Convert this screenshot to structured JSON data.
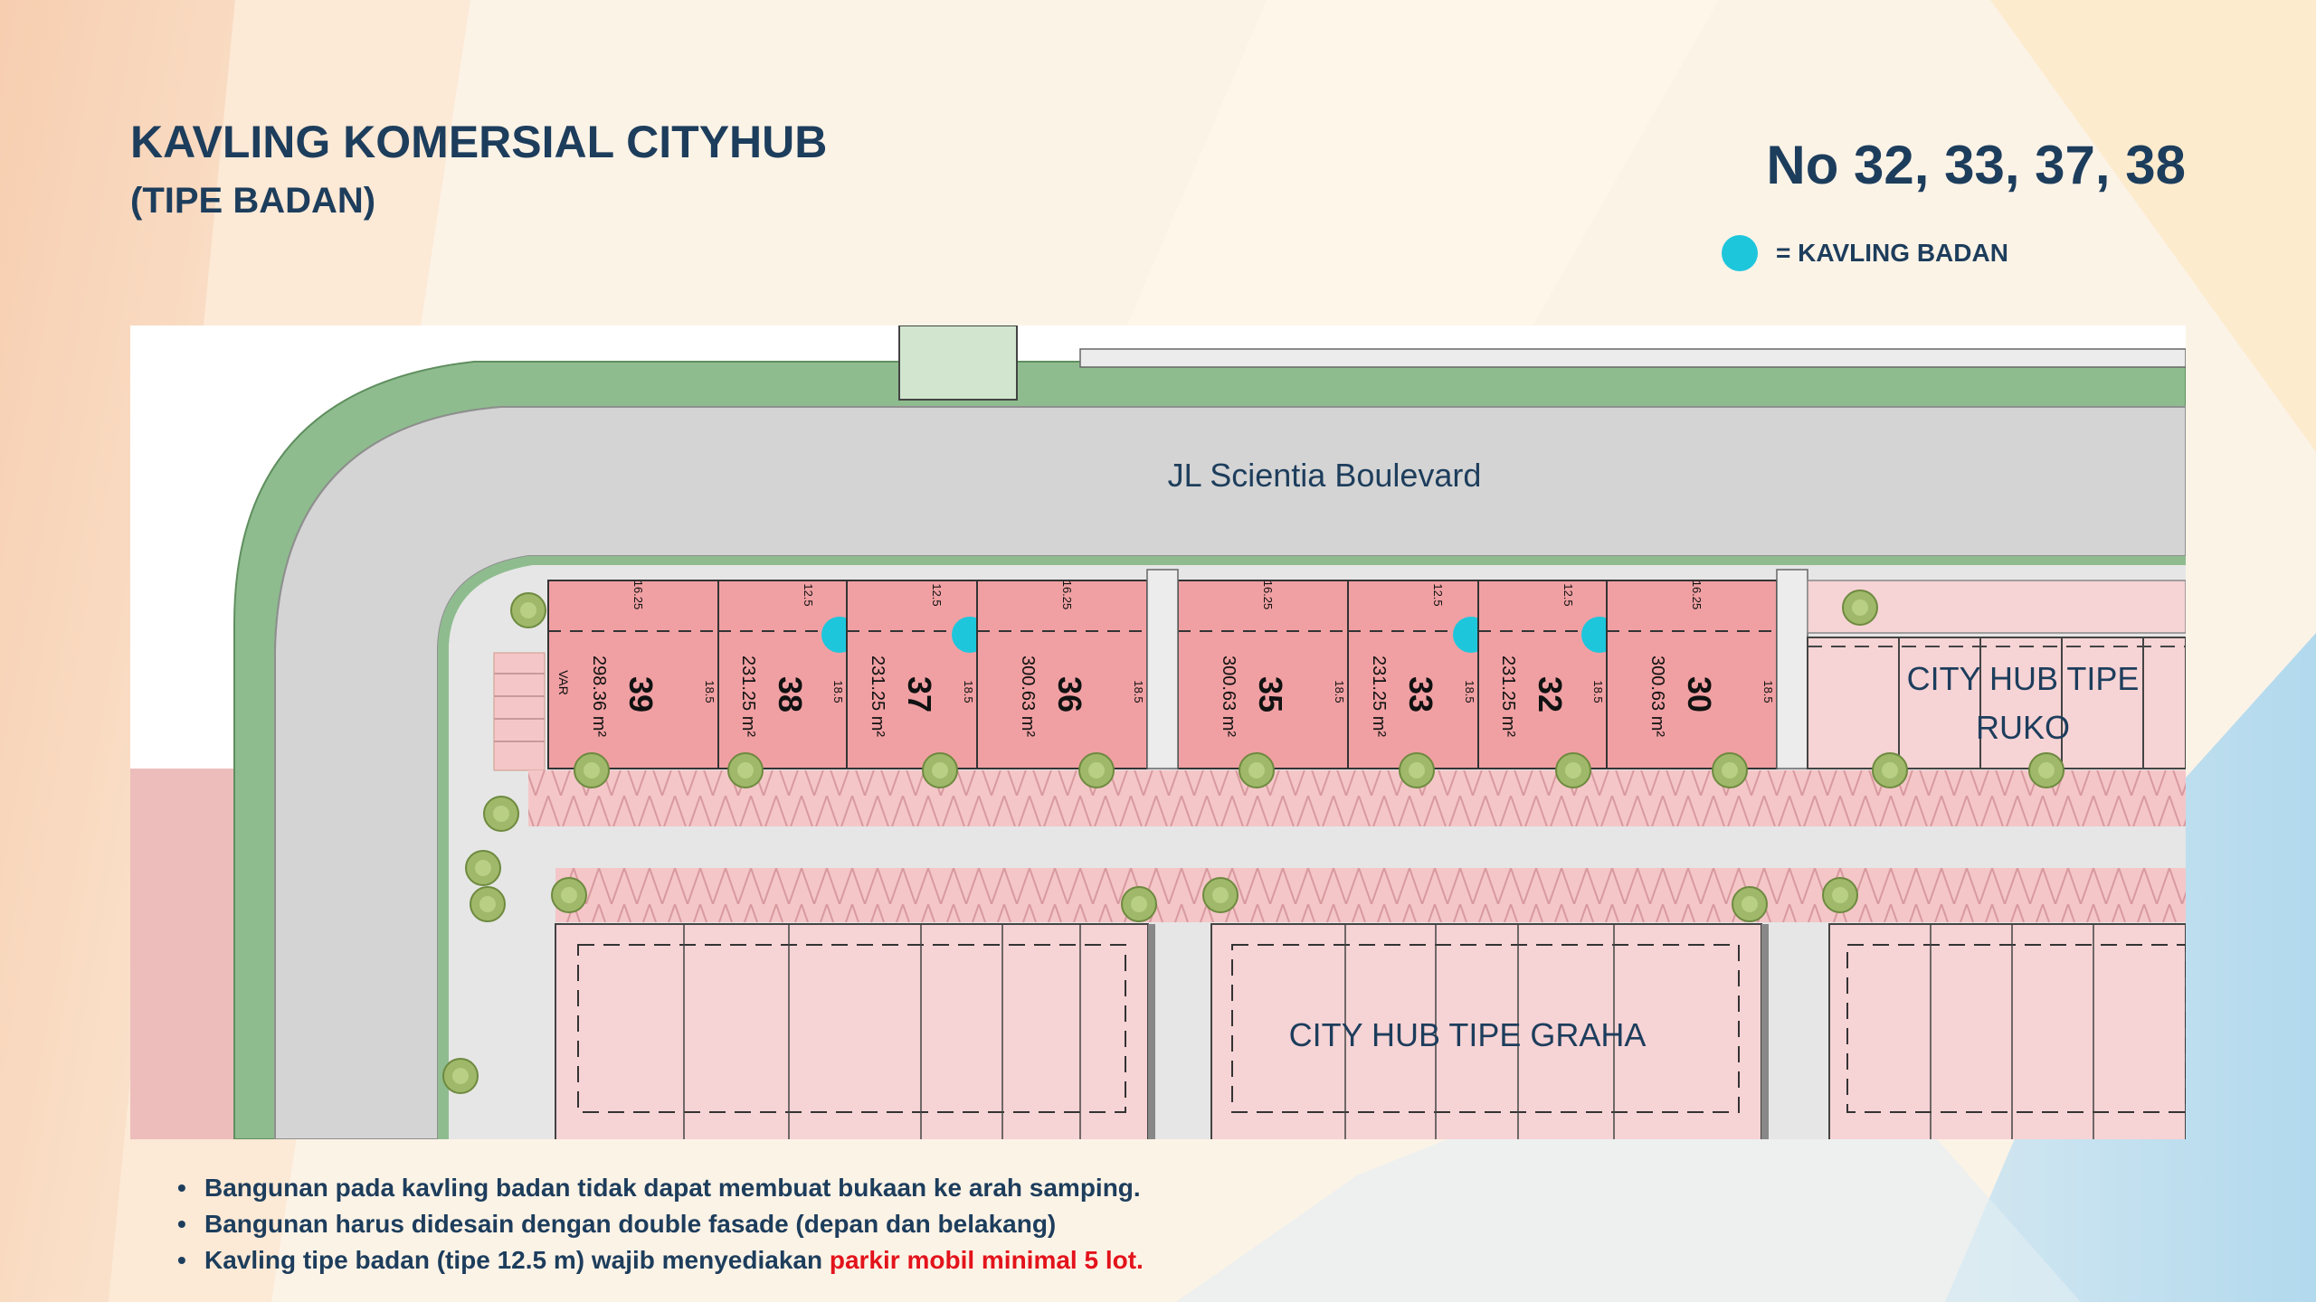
{
  "header": {
    "title": "KAVLING KOMERSIAL CITYHUB",
    "subtitle": "(TIPE BADAN)",
    "lot_numbers": "No 32, 33, 37, 38"
  },
  "legend": {
    "label": "= KAVLING BADAN",
    "color": "#1ec6dc"
  },
  "map": {
    "road_label": "JL Scientia Boulevard",
    "block_labels": {
      "graha": "CITY HUB TIPE GRAHA",
      "ruko_line1": "CITY HUB TIPE",
      "ruko_line2": "RUKO"
    },
    "var_label": "VAR",
    "lots": [
      {
        "number": "39",
        "area": "298.36 m²",
        "front": "16.25",
        "side": "18.5",
        "highlighted": false
      },
      {
        "number": "38",
        "area": "231.25 m²",
        "front": "12.5",
        "side": "18.5",
        "highlighted": true
      },
      {
        "number": "37",
        "area": "231.25 m²",
        "front": "12.5",
        "side": "18.5",
        "highlighted": true
      },
      {
        "number": "36",
        "area": "300.63 m²",
        "front": "16.25",
        "side": "18.5",
        "highlighted": false
      },
      {
        "number": "35",
        "area": "300.63 m²",
        "front": "16.25",
        "side": "18.5",
        "highlighted": false
      },
      {
        "number": "33",
        "area": "231.25 m²",
        "front": "12.5",
        "side": "18.5",
        "highlighted": true
      },
      {
        "number": "32",
        "area": "231.25 m²",
        "front": "12.5",
        "side": "18.5",
        "highlighted": true
      },
      {
        "number": "30",
        "area": "300.63 m²",
        "front": "16.25",
        "side": "18.5",
        "highlighted": false
      }
    ],
    "colors": {
      "lot": "#f0a0a3",
      "road": "#d4d4d4",
      "green": "#8fbc8f",
      "block": "#f6d3d5"
    }
  },
  "notes": [
    {
      "text": "Bangunan pada kavling badan tidak dapat membuat bukaan ke arah samping.",
      "highlight": ""
    },
    {
      "text": "Bangunan harus didesain dengan double fasade (depan dan belakang)",
      "highlight": ""
    },
    {
      "text": "Kavling tipe badan (tipe 12.5 m) wajib menyediakan ",
      "highlight": "parkir mobil minimal 5 lot."
    }
  ]
}
